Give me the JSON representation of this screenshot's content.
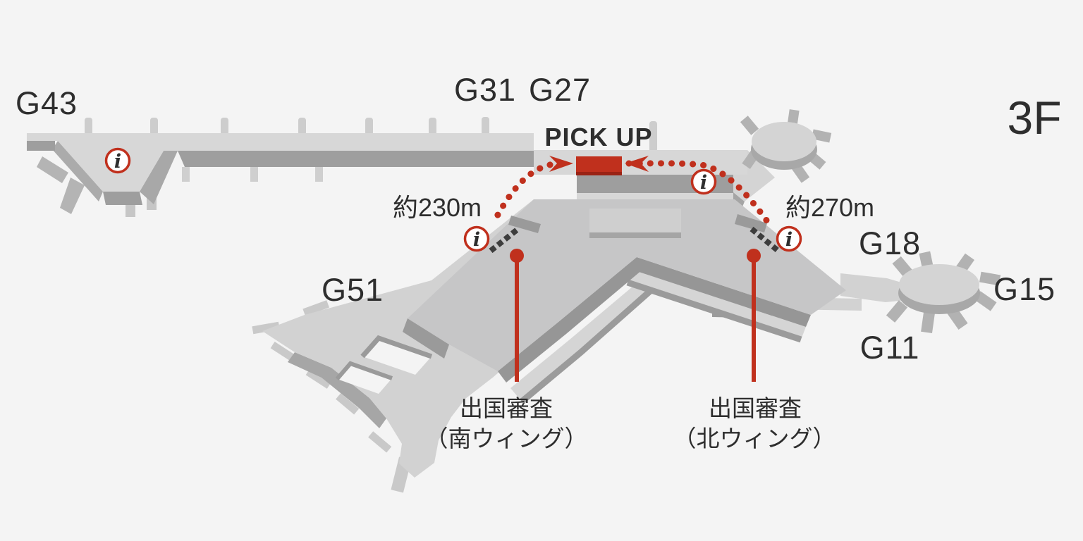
{
  "floor": "3F",
  "pickup": {
    "label": "PICK UP"
  },
  "gates": [
    {
      "id": "G43"
    },
    {
      "id": "G31"
    },
    {
      "id": "G27"
    },
    {
      "id": "G51"
    },
    {
      "id": "G18"
    },
    {
      "id": "G15"
    },
    {
      "id": "G11"
    }
  ],
  "routes": {
    "south": {
      "distance": "約230m",
      "checkpoint_line1": "出国審査",
      "checkpoint_line2": "（南ウィング）"
    },
    "north": {
      "distance": "約270m",
      "checkpoint_line1": "出国審査",
      "checkpoint_line2": "（北ウィング）"
    }
  },
  "icons": {
    "info": "i"
  },
  "colors": {
    "background": "#f4f4f4",
    "terminal_top_light": "#d7d7d7",
    "terminal_concourse": "#c6c6c7",
    "terminal_shadow": "#9e9e9e",
    "accent_red": "#c0301d",
    "accent_red_dark": "#9a2214",
    "checkpoint_dash": "#3d3d3d",
    "label_text": "#2e2e2e"
  }
}
